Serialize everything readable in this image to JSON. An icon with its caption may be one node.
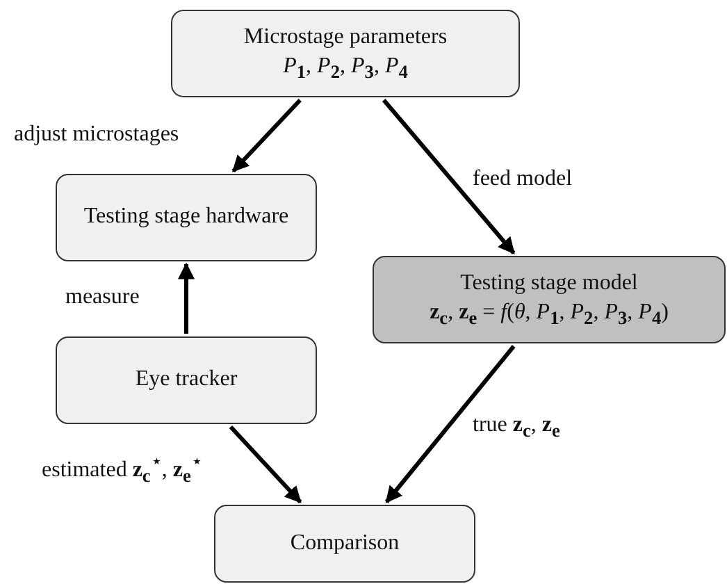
{
  "diagram": {
    "nodes": [
      {
        "text": [
          "Microstage parameters",
          "*P*$_{1}$, *P*$_{2}$, *P*$_{3}$, *P*$_{4}$"
        ]
      },
      {
        "text": [
          "Testing stage hardware"
        ]
      },
      {
        "text": [
          "Testing stage model",
          "**z**$_{c}$, **z**$_{e}$ = *f*(*θ*, *P*$_{1}$, *P*$_{2}$, *P*$_{3}$, *P*$_{4}$)"
        ]
      },
      {
        "text": [
          "Eye tracker"
        ]
      },
      {
        "text": [
          "Comparison"
        ]
      }
    ],
    "edges": [
      {
        "from": 0,
        "to": 1,
        "arrow": "to",
        "label": "adjust microstages"
      },
      {
        "from": 0,
        "to": 2,
        "arrow": "to",
        "label": "feed model"
      },
      {
        "from": 3,
        "to": 1,
        "arrow": "to",
        "label": "measure"
      },
      {
        "from": 3,
        "to": 4,
        "arrow": "to",
        "label": "estimated **z**$_{c}$$^{⋆}$, **z**$_{e}$$^{⋆}$"
      },
      {
        "from": 2,
        "to": 4,
        "arrow": "to",
        "label": "true **z**$_{c}$, **z**$_{e}$"
      }
    ]
  }
}
